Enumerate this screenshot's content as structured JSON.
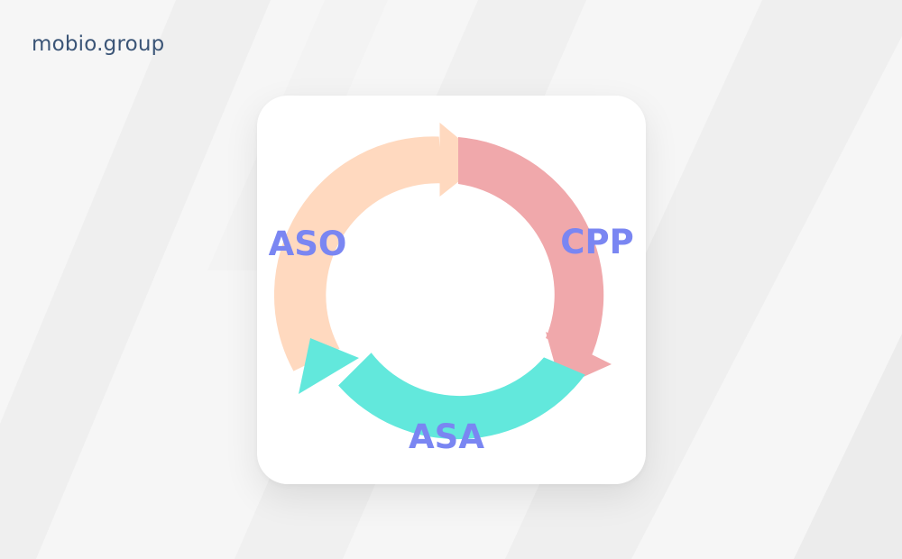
{
  "brand": {
    "name": "mobio.group"
  },
  "cycle": {
    "segments": [
      {
        "key": "aso",
        "label": "ASO",
        "color": "#ffd9bf"
      },
      {
        "key": "cpp",
        "label": "CPP",
        "color": "#f0a8ab"
      },
      {
        "key": "asa",
        "label": "ASA",
        "color": "#62e8dc"
      }
    ],
    "label_color": "#7a86f2"
  }
}
